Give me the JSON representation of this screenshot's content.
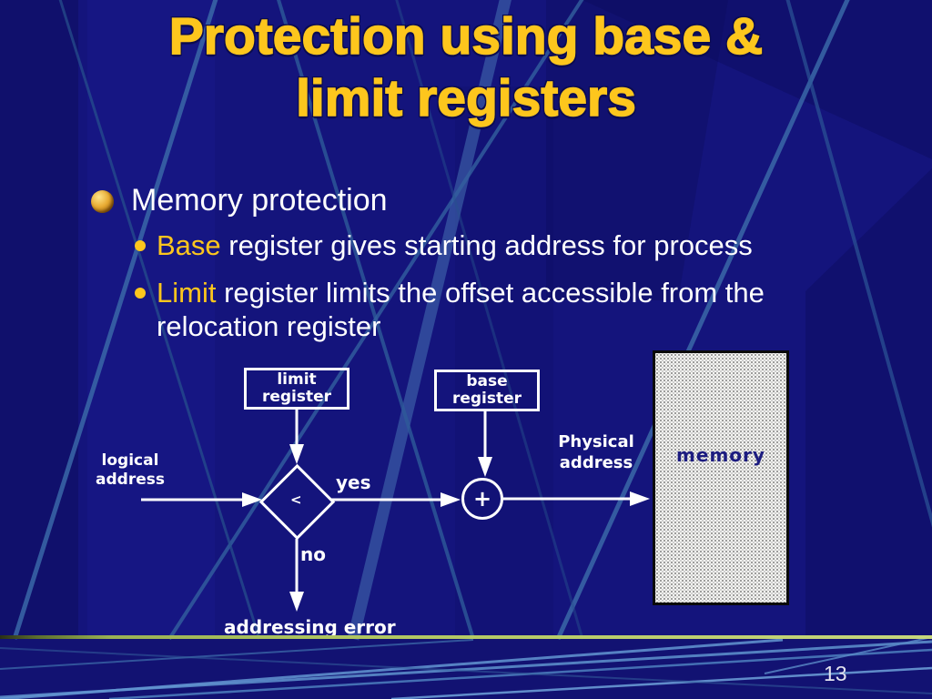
{
  "title": {
    "line1": "Protection using base &",
    "line2": "limit registers"
  },
  "bullets": {
    "level1": "Memory protection",
    "items": [
      {
        "highlight": "Base",
        "rest": " register gives starting address for process"
      },
      {
        "highlight": "Limit",
        "rest": " register limits the offset accessible from the relocation register"
      }
    ]
  },
  "diagram": {
    "limit_register": {
      "line1": "limit",
      "line2": "register"
    },
    "base_register": {
      "line1": "base",
      "line2": "register"
    },
    "logical_address": {
      "line1": "logical",
      "line2": "address"
    },
    "physical_address": {
      "line1": "Physical",
      "line2": "address"
    },
    "yes_label": "yes",
    "no_label": "no",
    "comparator_symbol": "<",
    "adder_symbol": "+",
    "memory_label": "memory",
    "error_label": "addressing error"
  },
  "footer": {
    "page_number": "13"
  },
  "colors": {
    "background": "#14147c",
    "title_text": "#fdc61d",
    "body_text": "#ffffff",
    "highlight_text": "#fdc61d",
    "divider_green": "#aec45f",
    "diagram_stroke": "#ffffff",
    "memory_fill": "#f5f5f2",
    "memory_text": "#1c1c80"
  }
}
